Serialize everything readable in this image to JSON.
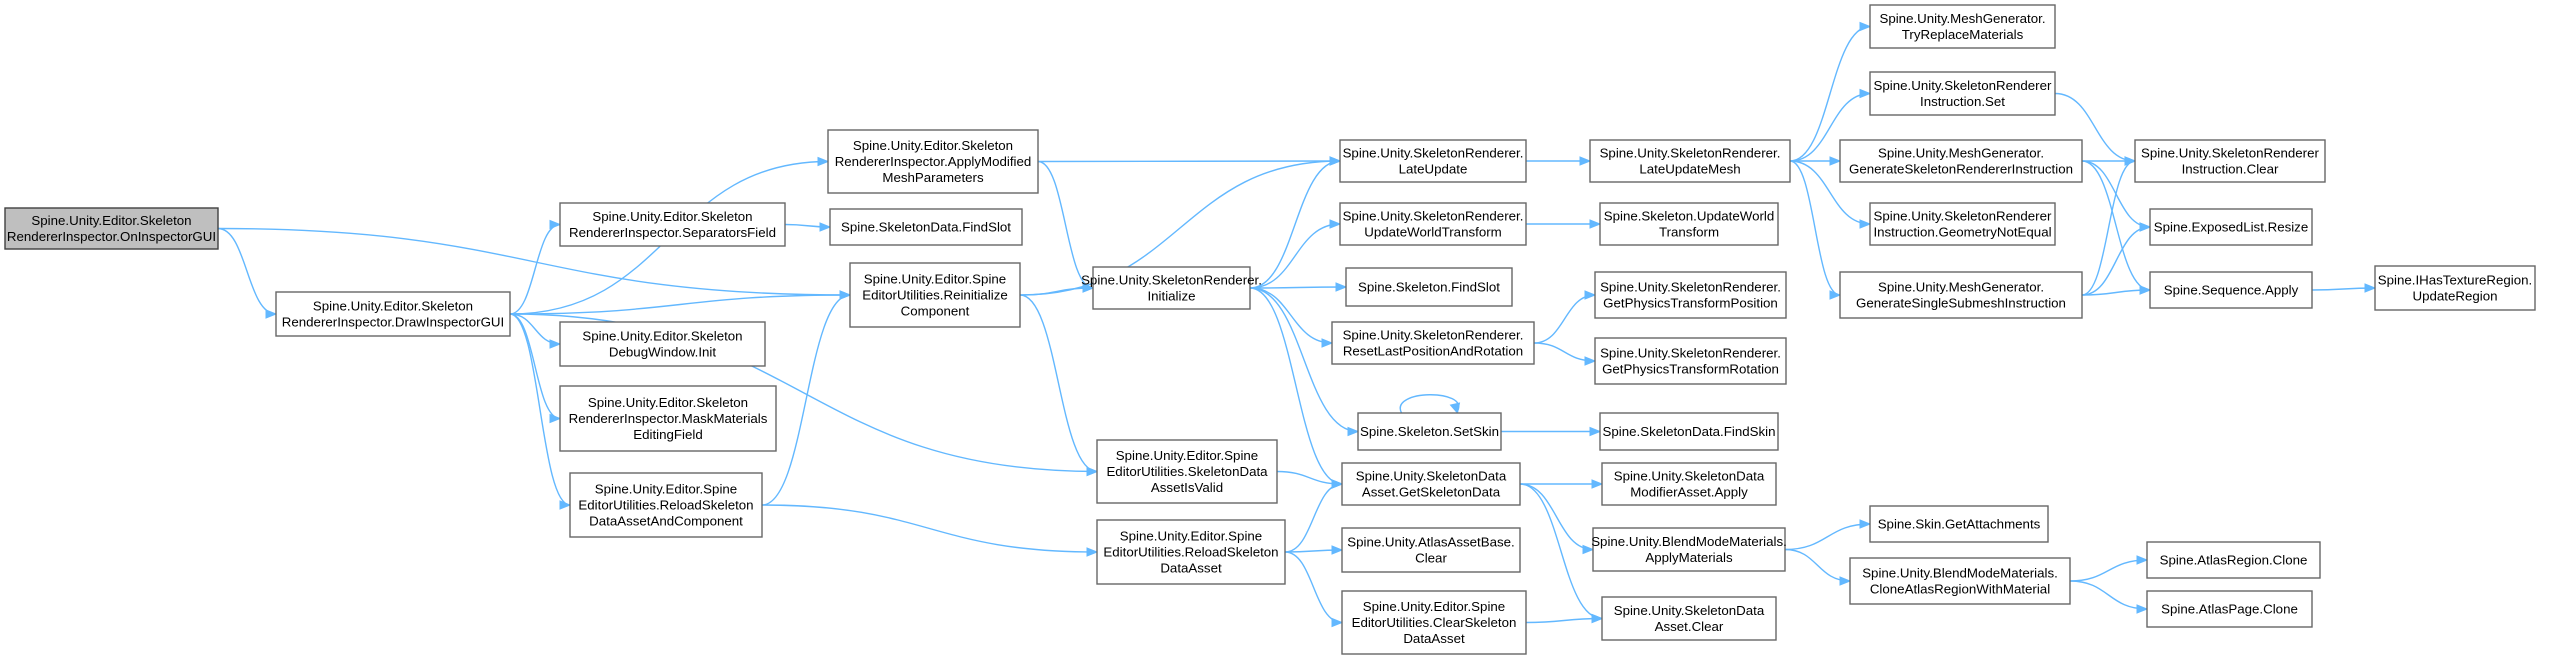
{
  "diagram": {
    "type": "call-graph",
    "edge_color": "#63b8ff",
    "node_fill": "#ffffff",
    "root_fill": "#bfbfbf",
    "nodes": [
      {
        "id": "root",
        "lines": [
          "Spine.Unity.Editor.Skeleton",
          "RendererInspector.OnInspectorGUI"
        ]
      },
      {
        "id": "draw",
        "lines": [
          "Spine.Unity.Editor.Skeleton",
          "RendererInspector.DrawInspectorGUI"
        ]
      },
      {
        "id": "sepField",
        "lines": [
          "Spine.Unity.Editor.Skeleton",
          "RendererInspector.SeparatorsField"
        ]
      },
      {
        "id": "debugWin",
        "lines": [
          "Spine.Unity.Editor.Skeleton",
          "DebugWindow.Init"
        ]
      },
      {
        "id": "maskMat",
        "lines": [
          "Spine.Unity.Editor.Skeleton",
          "RendererInspector.MaskMaterials",
          "EditingField"
        ]
      },
      {
        "id": "reloadComp",
        "lines": [
          "Spine.Unity.Editor.Spine",
          "EditorUtilities.ReloadSkeleton",
          "DataAssetAndComponent"
        ]
      },
      {
        "id": "applyMod",
        "lines": [
          "Spine.Unity.Editor.Skeleton",
          "RendererInspector.ApplyModified",
          "MeshParameters"
        ]
      },
      {
        "id": "sdFindSlot",
        "lines": [
          "Spine.SkeletonData.FindSlot"
        ]
      },
      {
        "id": "reinit",
        "lines": [
          "Spine.Unity.Editor.Spine",
          "EditorUtilities.Reinitialize",
          "Component"
        ]
      },
      {
        "id": "sdaValid",
        "lines": [
          "Spine.Unity.Editor.Spine",
          "EditorUtilities.SkeletonData",
          "AssetIsValid"
        ]
      },
      {
        "id": "reloadSDA",
        "lines": [
          "Spine.Unity.Editor.Spine",
          "EditorUtilities.ReloadSkeleton",
          "DataAsset"
        ]
      },
      {
        "id": "srInit",
        "lines": [
          "Spine.Unity.SkeletonRenderer.",
          "Initialize"
        ]
      },
      {
        "id": "lateUpdate",
        "lines": [
          "Spine.Unity.SkeletonRenderer.",
          "LateUpdate"
        ]
      },
      {
        "id": "updWorldTr",
        "lines": [
          "Spine.Unity.SkeletonRenderer.",
          "UpdateWorldTransform"
        ]
      },
      {
        "id": "skFindSlot",
        "lines": [
          "Spine.Skeleton.FindSlot"
        ]
      },
      {
        "id": "resetLast",
        "lines": [
          "Spine.Unity.SkeletonRenderer.",
          "ResetLastPositionAndRotation"
        ]
      },
      {
        "id": "setSkin",
        "lines": [
          "Spine.Skeleton.SetSkin"
        ]
      },
      {
        "id": "getSD",
        "lines": [
          "Spine.Unity.SkeletonData",
          "Asset.GetSkeletonData"
        ]
      },
      {
        "id": "atlasClear",
        "lines": [
          "Spine.Unity.AtlasAssetBase.",
          "Clear"
        ]
      },
      {
        "id": "clearSDA",
        "lines": [
          "Spine.Unity.Editor.Spine",
          "EditorUtilities.ClearSkeleton",
          "DataAsset"
        ]
      },
      {
        "id": "lateMesh",
        "lines": [
          "Spine.Unity.SkeletonRenderer.",
          "LateUpdateMesh"
        ]
      },
      {
        "id": "skUpdWorld",
        "lines": [
          "Spine.Skeleton.UpdateWorld",
          "Transform"
        ]
      },
      {
        "id": "physPos",
        "lines": [
          "Spine.Unity.SkeletonRenderer.",
          "GetPhysicsTransformPosition"
        ]
      },
      {
        "id": "physRot",
        "lines": [
          "Spine.Unity.SkeletonRenderer.",
          "GetPhysicsTransformRotation"
        ]
      },
      {
        "id": "sdFindSkin",
        "lines": [
          "Spine.SkeletonData.FindSkin"
        ]
      },
      {
        "id": "modApply",
        "lines": [
          "Spine.Unity.SkeletonData",
          "ModifierAsset.Apply"
        ]
      },
      {
        "id": "applyMats",
        "lines": [
          "Spine.Unity.BlendModeMaterials.",
          "ApplyMaterials"
        ]
      },
      {
        "id": "sdaClear",
        "lines": [
          "Spine.Unity.SkeletonData",
          "Asset.Clear"
        ]
      },
      {
        "id": "tryReplace",
        "lines": [
          "Spine.Unity.MeshGenerator.",
          "TryReplaceMaterials"
        ]
      },
      {
        "id": "instrSet",
        "lines": [
          "Spine.Unity.SkeletonRenderer",
          "Instruction.Set"
        ]
      },
      {
        "id": "genSRI",
        "lines": [
          "Spine.Unity.MeshGenerator.",
          "GenerateSkeletonRendererInstruction"
        ]
      },
      {
        "id": "geoNotEq",
        "lines": [
          "Spine.Unity.SkeletonRenderer",
          "Instruction.GeometryNotEqual"
        ]
      },
      {
        "id": "genSSI",
        "lines": [
          "Spine.Unity.MeshGenerator.",
          "GenerateSingleSubmeshInstruction"
        ]
      },
      {
        "id": "getAttach",
        "lines": [
          "Spine.Skin.GetAttachments"
        ]
      },
      {
        "id": "cloneAtlas",
        "lines": [
          "Spine.Unity.BlendModeMaterials.",
          "CloneAtlasRegionWithMaterial"
        ]
      },
      {
        "id": "instrClear",
        "lines": [
          "Spine.Unity.SkeletonRenderer",
          "Instruction.Clear"
        ]
      },
      {
        "id": "elResize",
        "lines": [
          "Spine.ExposedList.Resize"
        ]
      },
      {
        "id": "seqApply",
        "lines": [
          "Spine.Sequence.Apply"
        ]
      },
      {
        "id": "regClone",
        "lines": [
          "Spine.AtlasRegion.Clone"
        ]
      },
      {
        "id": "pageClone",
        "lines": [
          "Spine.AtlasPage.Clone"
        ]
      },
      {
        "id": "updRegion",
        "lines": [
          "Spine.IHasTextureRegion.",
          "UpdateRegion"
        ]
      }
    ],
    "edges": [
      [
        "root",
        "draw"
      ],
      [
        "root",
        "reinit"
      ],
      [
        "draw",
        "applyMod"
      ],
      [
        "draw",
        "sepField"
      ],
      [
        "draw",
        "reinit"
      ],
      [
        "draw",
        "debugWin"
      ],
      [
        "draw",
        "maskMat"
      ],
      [
        "draw",
        "reloadComp"
      ],
      [
        "draw",
        "sdaValid"
      ],
      [
        "sepField",
        "sdFindSlot"
      ],
      [
        "reloadComp",
        "reinit"
      ],
      [
        "reloadComp",
        "reloadSDA"
      ],
      [
        "applyMod",
        "lateUpdate"
      ],
      [
        "applyMod",
        "srInit"
      ],
      [
        "reinit",
        "lateUpdate"
      ],
      [
        "reinit",
        "srInit"
      ],
      [
        "reinit",
        "sdaValid"
      ],
      [
        "sdaValid",
        "getSD"
      ],
      [
        "reloadSDA",
        "getSD"
      ],
      [
        "reloadSDA",
        "atlasClear"
      ],
      [
        "reloadSDA",
        "clearSDA"
      ],
      [
        "srInit",
        "lateUpdate"
      ],
      [
        "srInit",
        "updWorldTr"
      ],
      [
        "srInit",
        "skFindSlot"
      ],
      [
        "srInit",
        "resetLast"
      ],
      [
        "srInit",
        "setSkin"
      ],
      [
        "srInit",
        "getSD"
      ],
      [
        "lateUpdate",
        "lateMesh"
      ],
      [
        "updWorldTr",
        "skUpdWorld"
      ],
      [
        "resetLast",
        "physPos"
      ],
      [
        "resetLast",
        "physRot"
      ],
      [
        "setSkin",
        "setSkin"
      ],
      [
        "setSkin",
        "sdFindSkin"
      ],
      [
        "getSD",
        "modApply"
      ],
      [
        "getSD",
        "applyMats"
      ],
      [
        "getSD",
        "sdaClear"
      ],
      [
        "clearSDA",
        "sdaClear"
      ],
      [
        "lateMesh",
        "tryReplace"
      ],
      [
        "lateMesh",
        "instrSet"
      ],
      [
        "lateMesh",
        "genSRI"
      ],
      [
        "lateMesh",
        "geoNotEq"
      ],
      [
        "lateMesh",
        "genSSI"
      ],
      [
        "instrSet",
        "instrClear"
      ],
      [
        "genSRI",
        "instrClear"
      ],
      [
        "genSRI",
        "elResize"
      ],
      [
        "genSRI",
        "seqApply"
      ],
      [
        "genSSI",
        "instrClear"
      ],
      [
        "genSSI",
        "elResize"
      ],
      [
        "genSSI",
        "seqApply"
      ],
      [
        "applyMats",
        "getAttach"
      ],
      [
        "applyMats",
        "cloneAtlas"
      ],
      [
        "cloneAtlas",
        "regClone"
      ],
      [
        "cloneAtlas",
        "pageClone"
      ],
      [
        "seqApply",
        "updRegion"
      ]
    ]
  }
}
